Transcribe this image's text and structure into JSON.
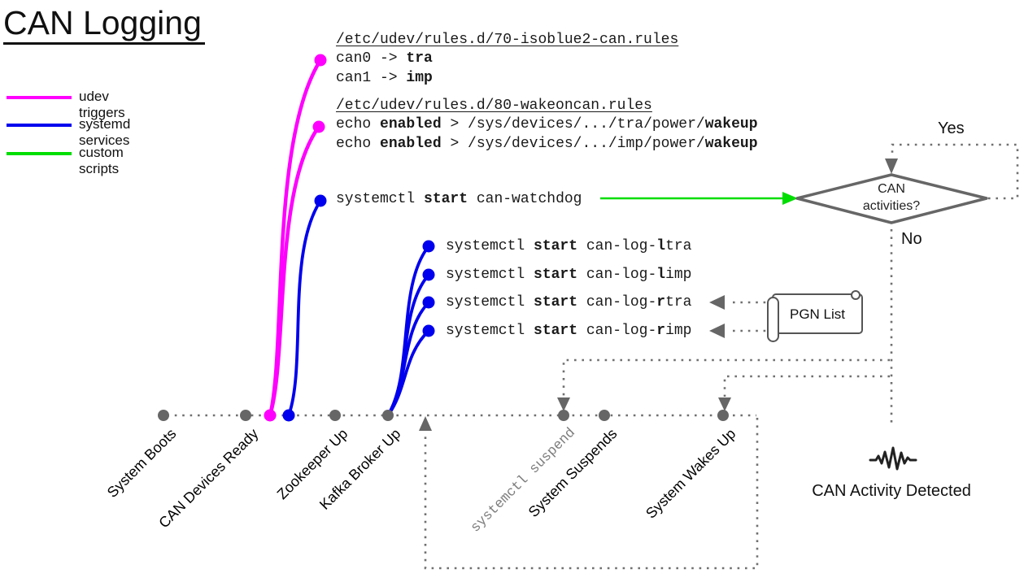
{
  "title": "CAN Logging",
  "colors": {
    "udev": "#ff00ff",
    "systemd": "#0000ee",
    "custom": "#00dd00",
    "gray": "#666666",
    "dotted": "#707070",
    "suspend_text": "#7d7d7d"
  },
  "legend": {
    "items": [
      {
        "label": "udev triggers",
        "color": "#ff00ff"
      },
      {
        "label": "systemd services",
        "color": "#0000ee"
      },
      {
        "label": "custom scripts",
        "color": "#00dd00"
      }
    ]
  },
  "udev_block1": {
    "heading": "/etc/udev/rules.d/70-isoblue2-can.rules",
    "lines": [
      [
        {
          "t": "can0 -> "
        },
        {
          "t": "tra",
          "b": true
        }
      ],
      [
        {
          "t": "can1 -> "
        },
        {
          "t": "imp",
          "b": true
        }
      ]
    ]
  },
  "udev_block2": {
    "heading": "/etc/udev/rules.d/80-wakeoncan.rules",
    "lines": [
      [
        {
          "t": "echo "
        },
        {
          "t": "enabled",
          "b": true
        },
        {
          "t": " > /sys/devices/.../tra/power/"
        },
        {
          "t": "wakeup",
          "b": true
        }
      ],
      [
        {
          "t": "echo "
        },
        {
          "t": "enabled",
          "b": true
        },
        {
          "t": " > /sys/devices/.../imp/power/"
        },
        {
          "t": "wakeup",
          "b": true
        }
      ]
    ]
  },
  "watchdog_line": [
    {
      "t": "systemctl "
    },
    {
      "t": "start",
      "b": true
    },
    {
      "t": " can-watchdog"
    }
  ],
  "log_lines": [
    [
      {
        "t": "systemctl "
      },
      {
        "t": "start",
        "b": true
      },
      {
        "t": " can-log-"
      },
      {
        "t": "l",
        "b": true
      },
      {
        "t": "tra"
      }
    ],
    [
      {
        "t": "systemctl "
      },
      {
        "t": "start",
        "b": true
      },
      {
        "t": " can-log-"
      },
      {
        "t": "l",
        "b": true
      },
      {
        "t": "imp"
      }
    ],
    [
      {
        "t": "systemctl "
      },
      {
        "t": "start",
        "b": true
      },
      {
        "t": " can-log-"
      },
      {
        "t": "r",
        "b": true
      },
      {
        "t": "tra"
      }
    ],
    [
      {
        "t": "systemctl "
      },
      {
        "t": "start",
        "b": true
      },
      {
        "t": " can-log-"
      },
      {
        "t": "r",
        "b": true
      },
      {
        "t": "imp"
      }
    ]
  ],
  "decision": {
    "line1": "CAN",
    "line2": "activities?",
    "yes": "Yes",
    "no": "No"
  },
  "pgn_label": "PGN List",
  "activity_label": "CAN Activity Detected",
  "timeline": {
    "suspend_command": "systemctl suspend",
    "events": [
      {
        "label": "System Boots"
      },
      {
        "label": "CAN Devices Ready"
      },
      {
        "label": "Zookeeper Up"
      },
      {
        "label": "Kafka Broker Up"
      },
      {
        "label": "System Suspends"
      },
      {
        "label": "System Wakes Up"
      }
    ]
  },
  "icons": {
    "waveform": "can-activity-waveform-icon",
    "scroll": "pgn-list-scroll-icon"
  }
}
